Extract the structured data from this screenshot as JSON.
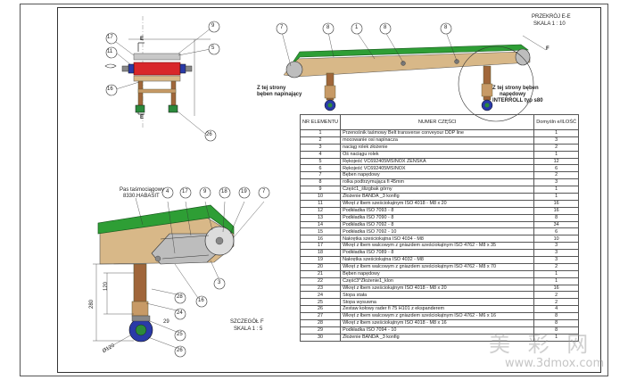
{
  "view_labels": {
    "section_view": "PRZEKRÓJ E-E",
    "section_scale": "SKALA 1 : 10",
    "detail_view": "SZCZEGÓŁ F",
    "detail_scale": "SKALA 1 : 5",
    "cut_mark": "E",
    "detail_mark": "F"
  },
  "annotations": {
    "left_side_line1": "Z tej strony",
    "left_side_line2": "bęben napinający",
    "right_side_line1": "Z tej strony bęben",
    "right_side_line2": "napędowy",
    "right_side_line3": "INTERROLL typ s80",
    "belt_line1": "Pas taśmociągowy",
    "belt_line2": "8330.HABASIT"
  },
  "balloons": {
    "front": [
      "9",
      "17",
      "11",
      "5",
      "16",
      "26"
    ],
    "section": [
      "7",
      "8",
      "1",
      "8",
      "8"
    ],
    "detail": [
      "4",
      "17",
      "9",
      "18",
      "19",
      "7",
      "3",
      "28",
      "24",
      "29",
      "25",
      "26",
      "16"
    ]
  },
  "dimensions": {
    "d1": "120",
    "d2": "280",
    "d3": "Ø120"
  },
  "bom": {
    "headers": {
      "no": "NR ELEMENTU",
      "name": "NUMER CZĘŚCI",
      "qty": "Domyśln e/ILOŚĆ"
    },
    "rows": [
      {
        "no": "1",
        "desc": "Przenośnik taśmowy Belt transverse conveyour DDP line",
        "qty": "1"
      },
      {
        "no": "2",
        "desc": "mocowanie osi napinacza",
        "qty": "3"
      },
      {
        "no": "3",
        "desc": "naciąg rolek złożenie",
        "qty": "2"
      },
      {
        "no": "4",
        "desc": "Oś naciągu rolek",
        "qty": "1"
      },
      {
        "no": "5",
        "desc": "Rękojeść VC692405MSINOX ŻEŃSKA",
        "qty": "12"
      },
      {
        "no": "6",
        "desc": "Rękojeść VC692405MSINOX",
        "qty": "6"
      },
      {
        "no": "7",
        "desc": "Bęben napędowy",
        "qty": "2"
      },
      {
        "no": "8",
        "desc": "rolka podtrzymująca fi 45mm",
        "qty": "3"
      },
      {
        "no": "9",
        "desc": "Część1_ślizgbak górny",
        "qty": "1"
      },
      {
        "no": "10",
        "desc": "Złożenie BANDA _3 konfig",
        "qty": "1"
      },
      {
        "no": "11",
        "desc": "Wkręt z łbem sześciokątnym ISO 4018 - M8 x 20",
        "qty": "16"
      },
      {
        "no": "12",
        "desc": "Podkładka ISO 7093 - 8",
        "qty": "16"
      },
      {
        "no": "13",
        "desc": "Podkładka ISO 7090 - 8",
        "qty": "8"
      },
      {
        "no": "14",
        "desc": "Podkładka ISO 7092 - 8",
        "qty": "34"
      },
      {
        "no": "15",
        "desc": "Podkładka ISO 7092 - 10",
        "qty": "6"
      },
      {
        "no": "16",
        "desc": "Nakrętka sześciokątna ISO 4034 - M8",
        "qty": "10"
      },
      {
        "no": "17",
        "desc": "Wkręt z łbem walcowym z gniazdem sześciokątnym ISO 4762 - M8 x 35",
        "qty": "3"
      },
      {
        "no": "18",
        "desc": "Podkładka ISO 7089 - 8",
        "qty": "3"
      },
      {
        "no": "19",
        "desc": "Nakrętka sześciokątna ISO 4032 - M8",
        "qty": "3"
      },
      {
        "no": "20",
        "desc": "Wkręt z łbem walcowym z gniazdem sześciokątnym ISO 4762 - M8 x 70",
        "qty": "2"
      },
      {
        "no": "21",
        "desc": "Bęben napędowy",
        "qty": "1"
      },
      {
        "no": "22",
        "desc": "Część3^Złożenie1_klon",
        "qty": "1"
      },
      {
        "no": "23",
        "desc": "Wkręt z łbem sześciokątnym ISO 4018 - M8 x 20",
        "qty": "16"
      },
      {
        "no": "24",
        "desc": "Stopa stała",
        "qty": "2"
      },
      {
        "no": "25",
        "desc": "Stopa wysuwna",
        "qty": "2"
      },
      {
        "no": "26",
        "desc": "Zestaw kołowy rader fi 75 H101 z ekspanderem",
        "qty": "4"
      },
      {
        "no": "27",
        "desc": "Wkręt z łbem walcowym z gniazdem sześciokątnym ISO 4762 - M6 x 16",
        "qty": "8"
      },
      {
        "no": "28",
        "desc": "Wkręt z łbem sześciokątnym ISO 4018 - M8 x 16",
        "qty": "8"
      },
      {
        "no": "29",
        "desc": "Podkładka ISO 7094 - 10",
        "qty": "8"
      },
      {
        "no": "30",
        "desc": "Złożenie BANDA _3 konfig",
        "qty": "1"
      }
    ]
  },
  "watermark": {
    "text": "美 彩 网",
    "url": "www.3dmox.com"
  },
  "colors": {
    "belt_green": "#2e9e35",
    "frame_tan": "#d8b888",
    "leg_brown": "#a0663a",
    "roller_red": "#d8262a",
    "wheel_blue": "#2a3aa8",
    "wheel_green": "#2c8a3c",
    "metal_gray": "#a9a9a9"
  }
}
